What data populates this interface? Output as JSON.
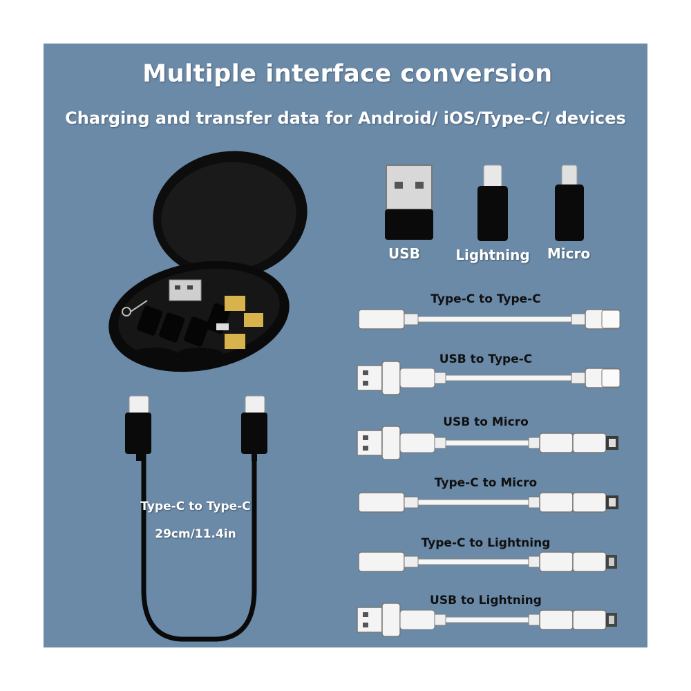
{
  "header": {
    "title": "Multiple interface conversion",
    "subtitle": "Charging and transfer data for Android/ iOS/Type-C/ devices"
  },
  "adapters": [
    {
      "label": "USB",
      "icon": "usb-adapter-icon"
    },
    {
      "label": "Lightning",
      "icon": "lightning-adapter-icon"
    },
    {
      "label": "Micro",
      "icon": "micro-usb-adapter-icon"
    }
  ],
  "cables": [
    {
      "label": "Type-C to Type-C",
      "left": "type-c",
      "right": "type-c"
    },
    {
      "label": "USB to Type-C",
      "left": "usb",
      "right": "type-c"
    },
    {
      "label": "USB to Micro",
      "left": "usb",
      "right": "micro"
    },
    {
      "label": "Type-C to Micro",
      "left": "type-c",
      "right": "micro"
    },
    {
      "label": "Type-C to Lightning",
      "left": "type-c",
      "right": "lightning"
    },
    {
      "label": "USB to Lightning",
      "left": "usb",
      "right": "lightning"
    }
  ],
  "short_cable": {
    "type_label": "Type-C to Type-C",
    "length_label": "29cm/11.4in"
  },
  "colors": {
    "background": "#6a8aa8",
    "text": "#ffffff",
    "cable": "#f2f2f2",
    "case": "#111111"
  }
}
